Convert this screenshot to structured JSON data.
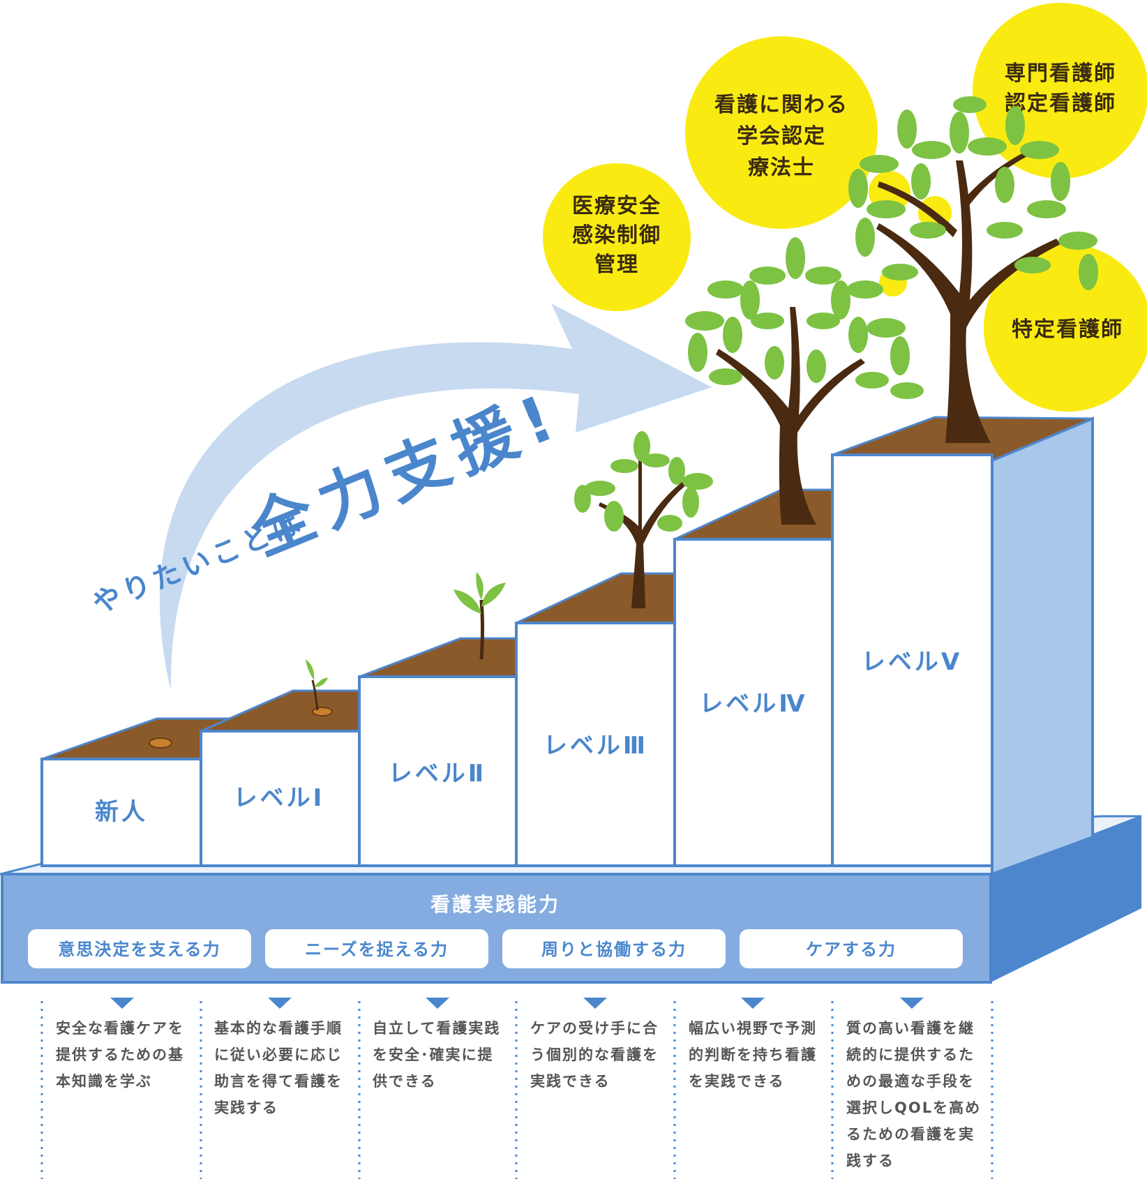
{
  "slogan": {
    "small": "やりたいことは",
    "large": "全力支援!"
  },
  "steps": [
    {
      "label": "新人"
    },
    {
      "label": "レベルⅠ"
    },
    {
      "label": "レベルⅡ"
    },
    {
      "label": "レベルⅢ"
    },
    {
      "label": "レベルⅣ"
    },
    {
      "label": "レベルⅤ"
    }
  ],
  "circles": [
    {
      "lines": [
        "医療安全",
        "感染制御",
        "管理"
      ]
    },
    {
      "lines": [
        "看護に関わる",
        "学会認定",
        "療法士"
      ]
    },
    {
      "lines": [
        "専門看護師",
        "認定看護師"
      ]
    },
    {
      "lines": [
        "特定看護師"
      ]
    }
  ],
  "base": {
    "title": "看護実践能力",
    "pills": [
      "意思決定を支える力",
      "ニーズを捉える力",
      "周りと協働する力",
      "ケアする力"
    ]
  },
  "descriptions": [
    "安全な看護ケアを提供するための基本知識を学ぶ",
    "基本的な看護手順に従い必要に応じ助言を得て看護を実践する",
    "自立して看護実践を安全･確実に提供できる",
    "ケアの受け手に合う個別的な看護を実践できる",
    "幅広い視野で予測的判断を持ち看護を実践できる",
    "質の高い看護を継続的に提供するための最適な手段を選択しQOLを高めるための看護を実践する"
  ],
  "colors": {
    "accent_blue": "#4a86cc",
    "base_blue": "#84ace0",
    "arrow_blue": "#c7daf0",
    "soil": "#8b5a2b",
    "leaf": "#7dc243",
    "trunk": "#4a2a10",
    "circle_yellow": "#f9eb12"
  }
}
